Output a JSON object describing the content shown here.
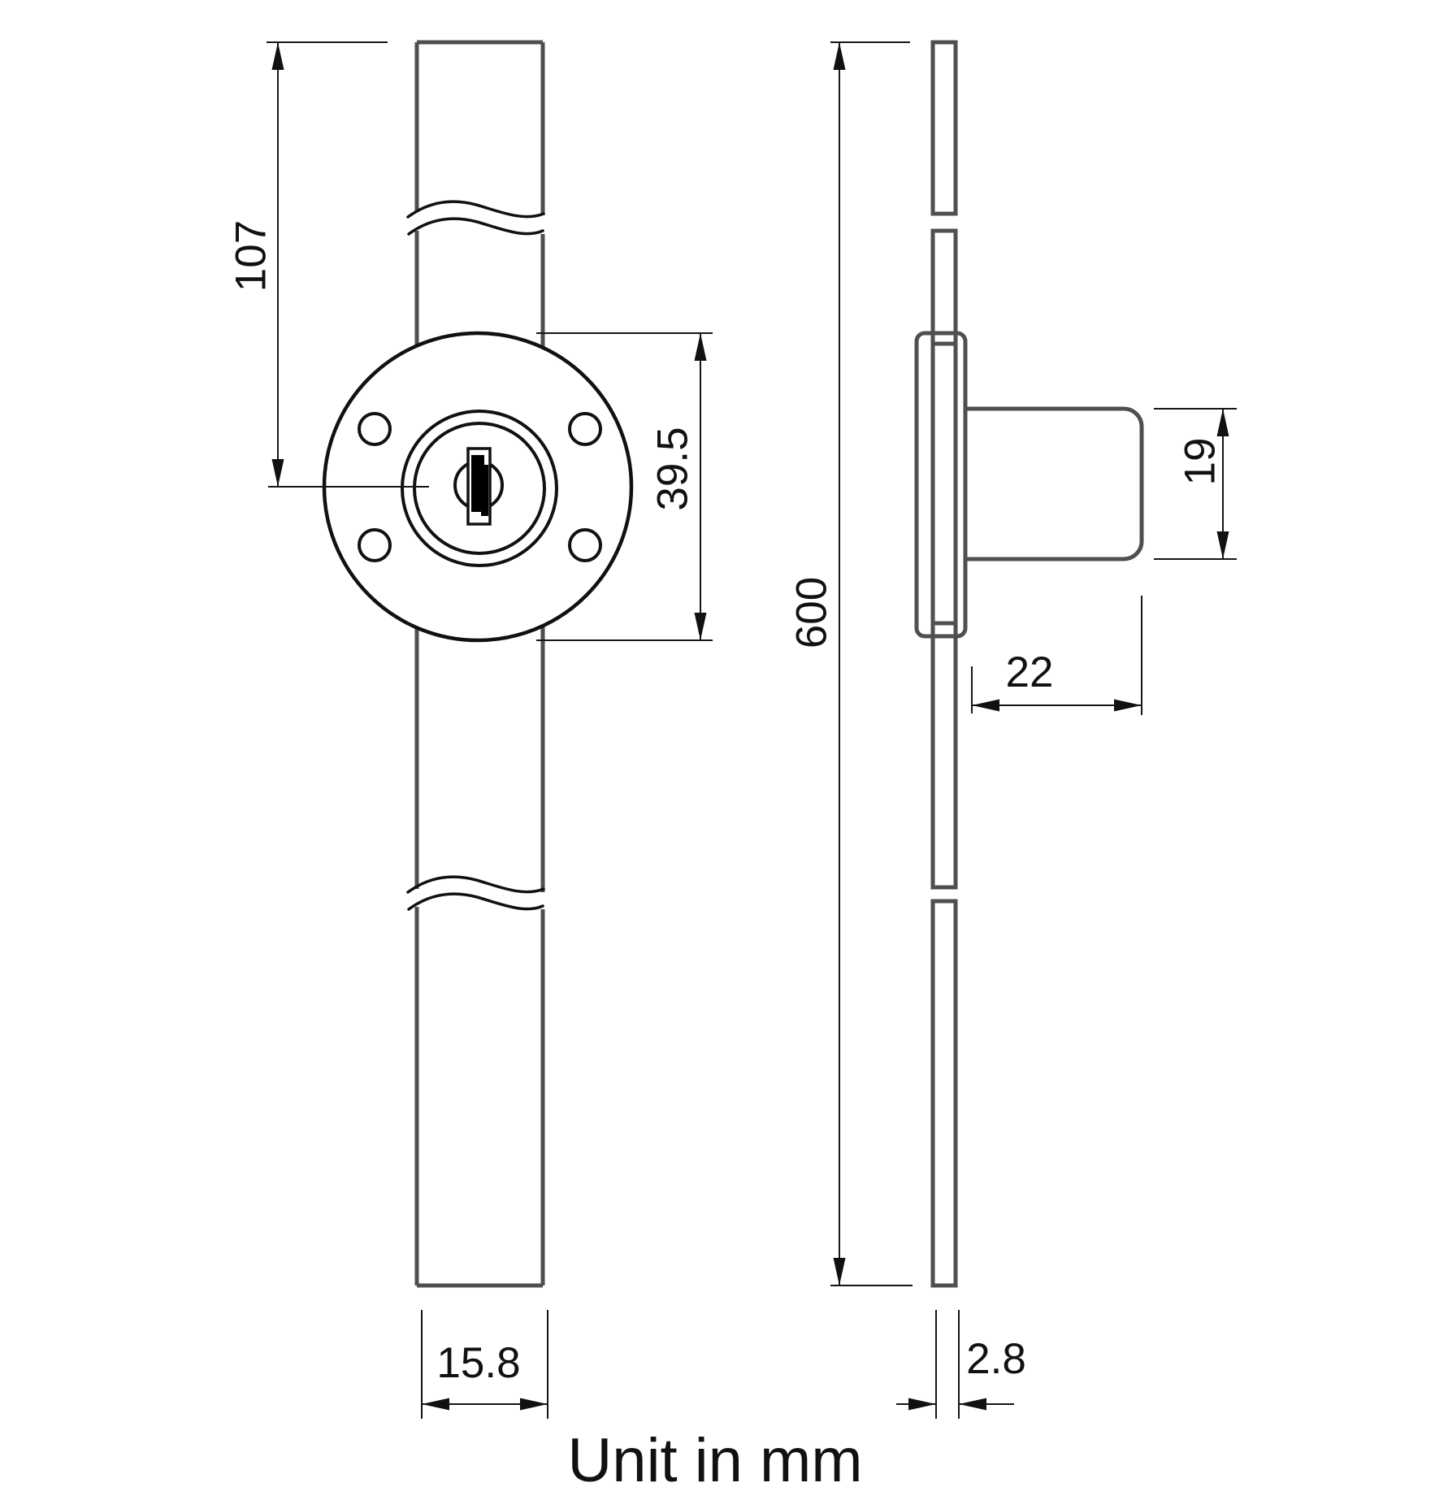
{
  "drawing": {
    "type": "technical-drawing-lock-with-locking-bar",
    "unit_note": "Unit in mm",
    "dims": {
      "top_to_center": "107",
      "flange_diameter": "39.5",
      "bar_width": "15.8",
      "total_length": "600",
      "cylinder_diameter": "19",
      "cylinder_length": "22",
      "bar_thickness": "2.8"
    },
    "colors": {
      "background": "#ffffff",
      "part_outline": "#4f4f4f",
      "detail_line": "#111111",
      "dimension_line": "#161616"
    }
  }
}
